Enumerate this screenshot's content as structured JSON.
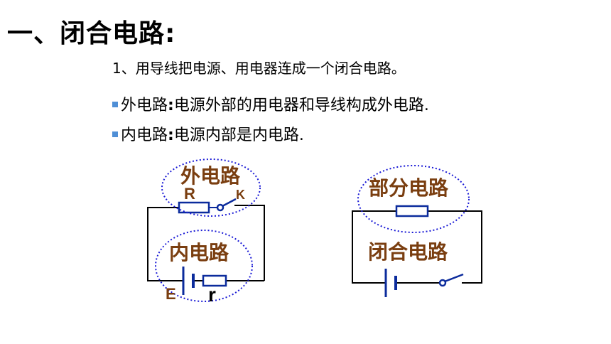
{
  "heading": {
    "title": "一、闭合电路:"
  },
  "definition": {
    "text": "1、用导线把电源、用电器连成一个闭合电路。"
  },
  "bullets": [
    {
      "term": "外电路",
      "sep": ":",
      "desc": "电源外部的用电器和导线构成外电路."
    },
    {
      "term": "内电路",
      "sep": ":",
      "desc": "电源内部是内电路."
    }
  ],
  "left_diagram": {
    "outer_label": "外电路",
    "inner_label": "内电路",
    "resistor_label": "R",
    "switch_label": "K",
    "source_label": "E",
    "internal_resistance_label": "r"
  },
  "right_diagram": {
    "top_label": "部分电路",
    "middle_label": "闭合电路"
  },
  "colors": {
    "wire": "#000000",
    "component": "#0b2b9c",
    "ellipse": "#1a1ad6",
    "label": "#7a3e10",
    "bullet": "#4f8fd6"
  }
}
